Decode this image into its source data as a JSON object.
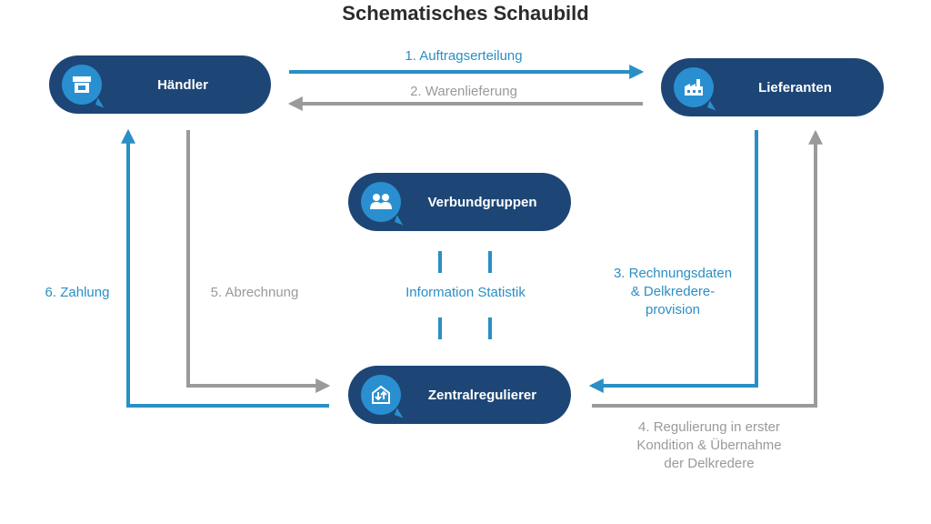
{
  "title": "Schematisches Schaubild",
  "nodes": {
    "haendler": {
      "label": "Händler",
      "icon": "store-icon"
    },
    "lieferanten": {
      "label": "Lieferanten",
      "icon": "factory-icon"
    },
    "verbundgruppen": {
      "label": "Verbundgruppen",
      "icon": "group-icon"
    },
    "zentralregulierer": {
      "label": "Zentralregulierer",
      "icon": "transfer-icon"
    }
  },
  "flows": {
    "auftrag": "1. Auftragserteilung",
    "waren": "2. Warenlieferung",
    "rechnung": [
      "3. Rechnungsdaten",
      "& Delkredere-",
      "provision"
    ],
    "regulierung": [
      "4. Regulierung in erster",
      "Kondition & Übernahme",
      "der Delkredere"
    ],
    "abrechnung": "5. Abrechnung",
    "zahlung": "6. Zahlung",
    "info": "Information Statistik"
  },
  "colors": {
    "node": "#1d4676",
    "badge": "#2a8fd0",
    "blue_flow": "#2a8fc4",
    "gray_flow": "#9a9a9a"
  }
}
